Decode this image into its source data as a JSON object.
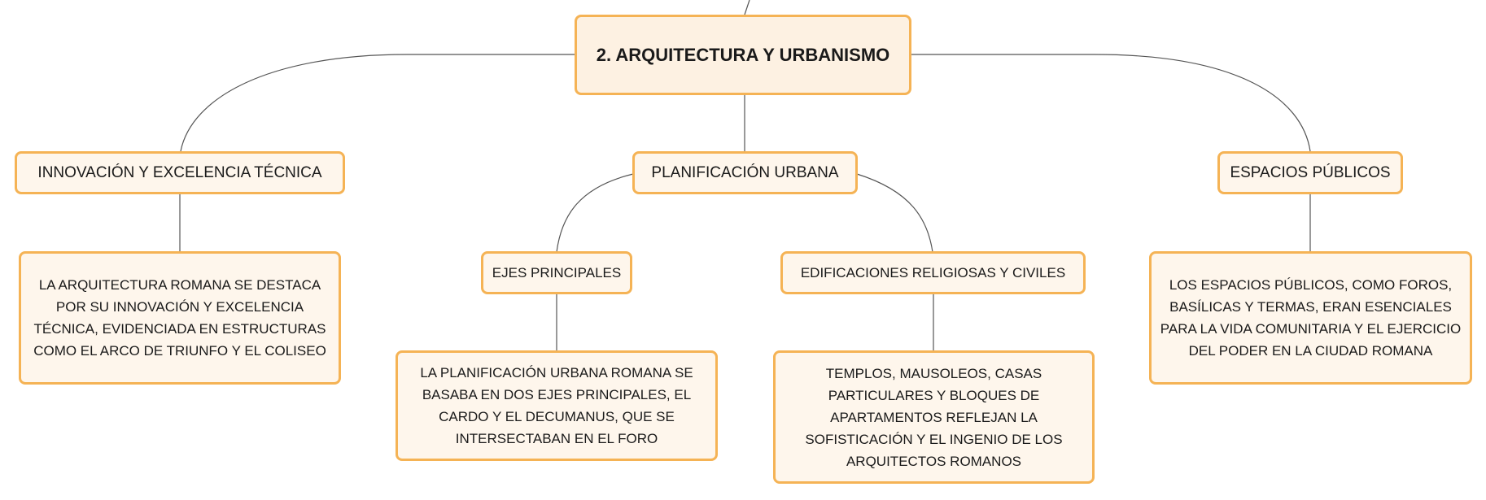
{
  "colors": {
    "node_fill": "#fef6ec",
    "node_border": "#f5b355",
    "connector": "#555555"
  },
  "root": {
    "label": "2. ARQUITECTURA Y URBANISMO"
  },
  "topics": {
    "innovation": {
      "label": "INNOVACIÓN Y EXCELENCIA TÉCNICA",
      "description": "LA ARQUITECTURA ROMANA SE DESTACA POR SU INNOVACIÓN Y EXCELENCIA TÉCNICA, EVIDENCIADA EN ESTRUCTURAS COMO EL ARCO DE TRIUNFO Y EL COLISEO"
    },
    "urban_planning": {
      "label": "PLANIFICACIÓN URBANA",
      "subtopics": [
        {
          "label": "EJES PRINCIPALES",
          "description": "LA PLANIFICACIÓN URBANA ROMANA SE BASABA EN DOS EJES PRINCIPALES, EL CARDO Y EL DECUMANUS, QUE SE INTERSECTABAN EN EL FORO"
        },
        {
          "label": "EDIFICACIONES RELIGIOSAS Y CIVILES",
          "description": "TEMPLOS, MAUSOLEOS, CASAS PARTICULARES Y BLOQUES DE APARTAMENTOS REFLEJAN LA SOFISTICACIÓN Y EL INGENIO DE LOS ARQUITECTOS ROMANOS"
        }
      ]
    },
    "public_spaces": {
      "label": "ESPACIOS PÚBLICOS",
      "description": "LOS ESPACIOS PÚBLICOS, COMO FOROS, BASÍLICAS Y TERMAS, ERAN ESENCIALES PARA LA VIDA COMUNITARIA Y EL EJERCICIO DEL PODER EN LA CIUDAD ROMANA"
    }
  }
}
